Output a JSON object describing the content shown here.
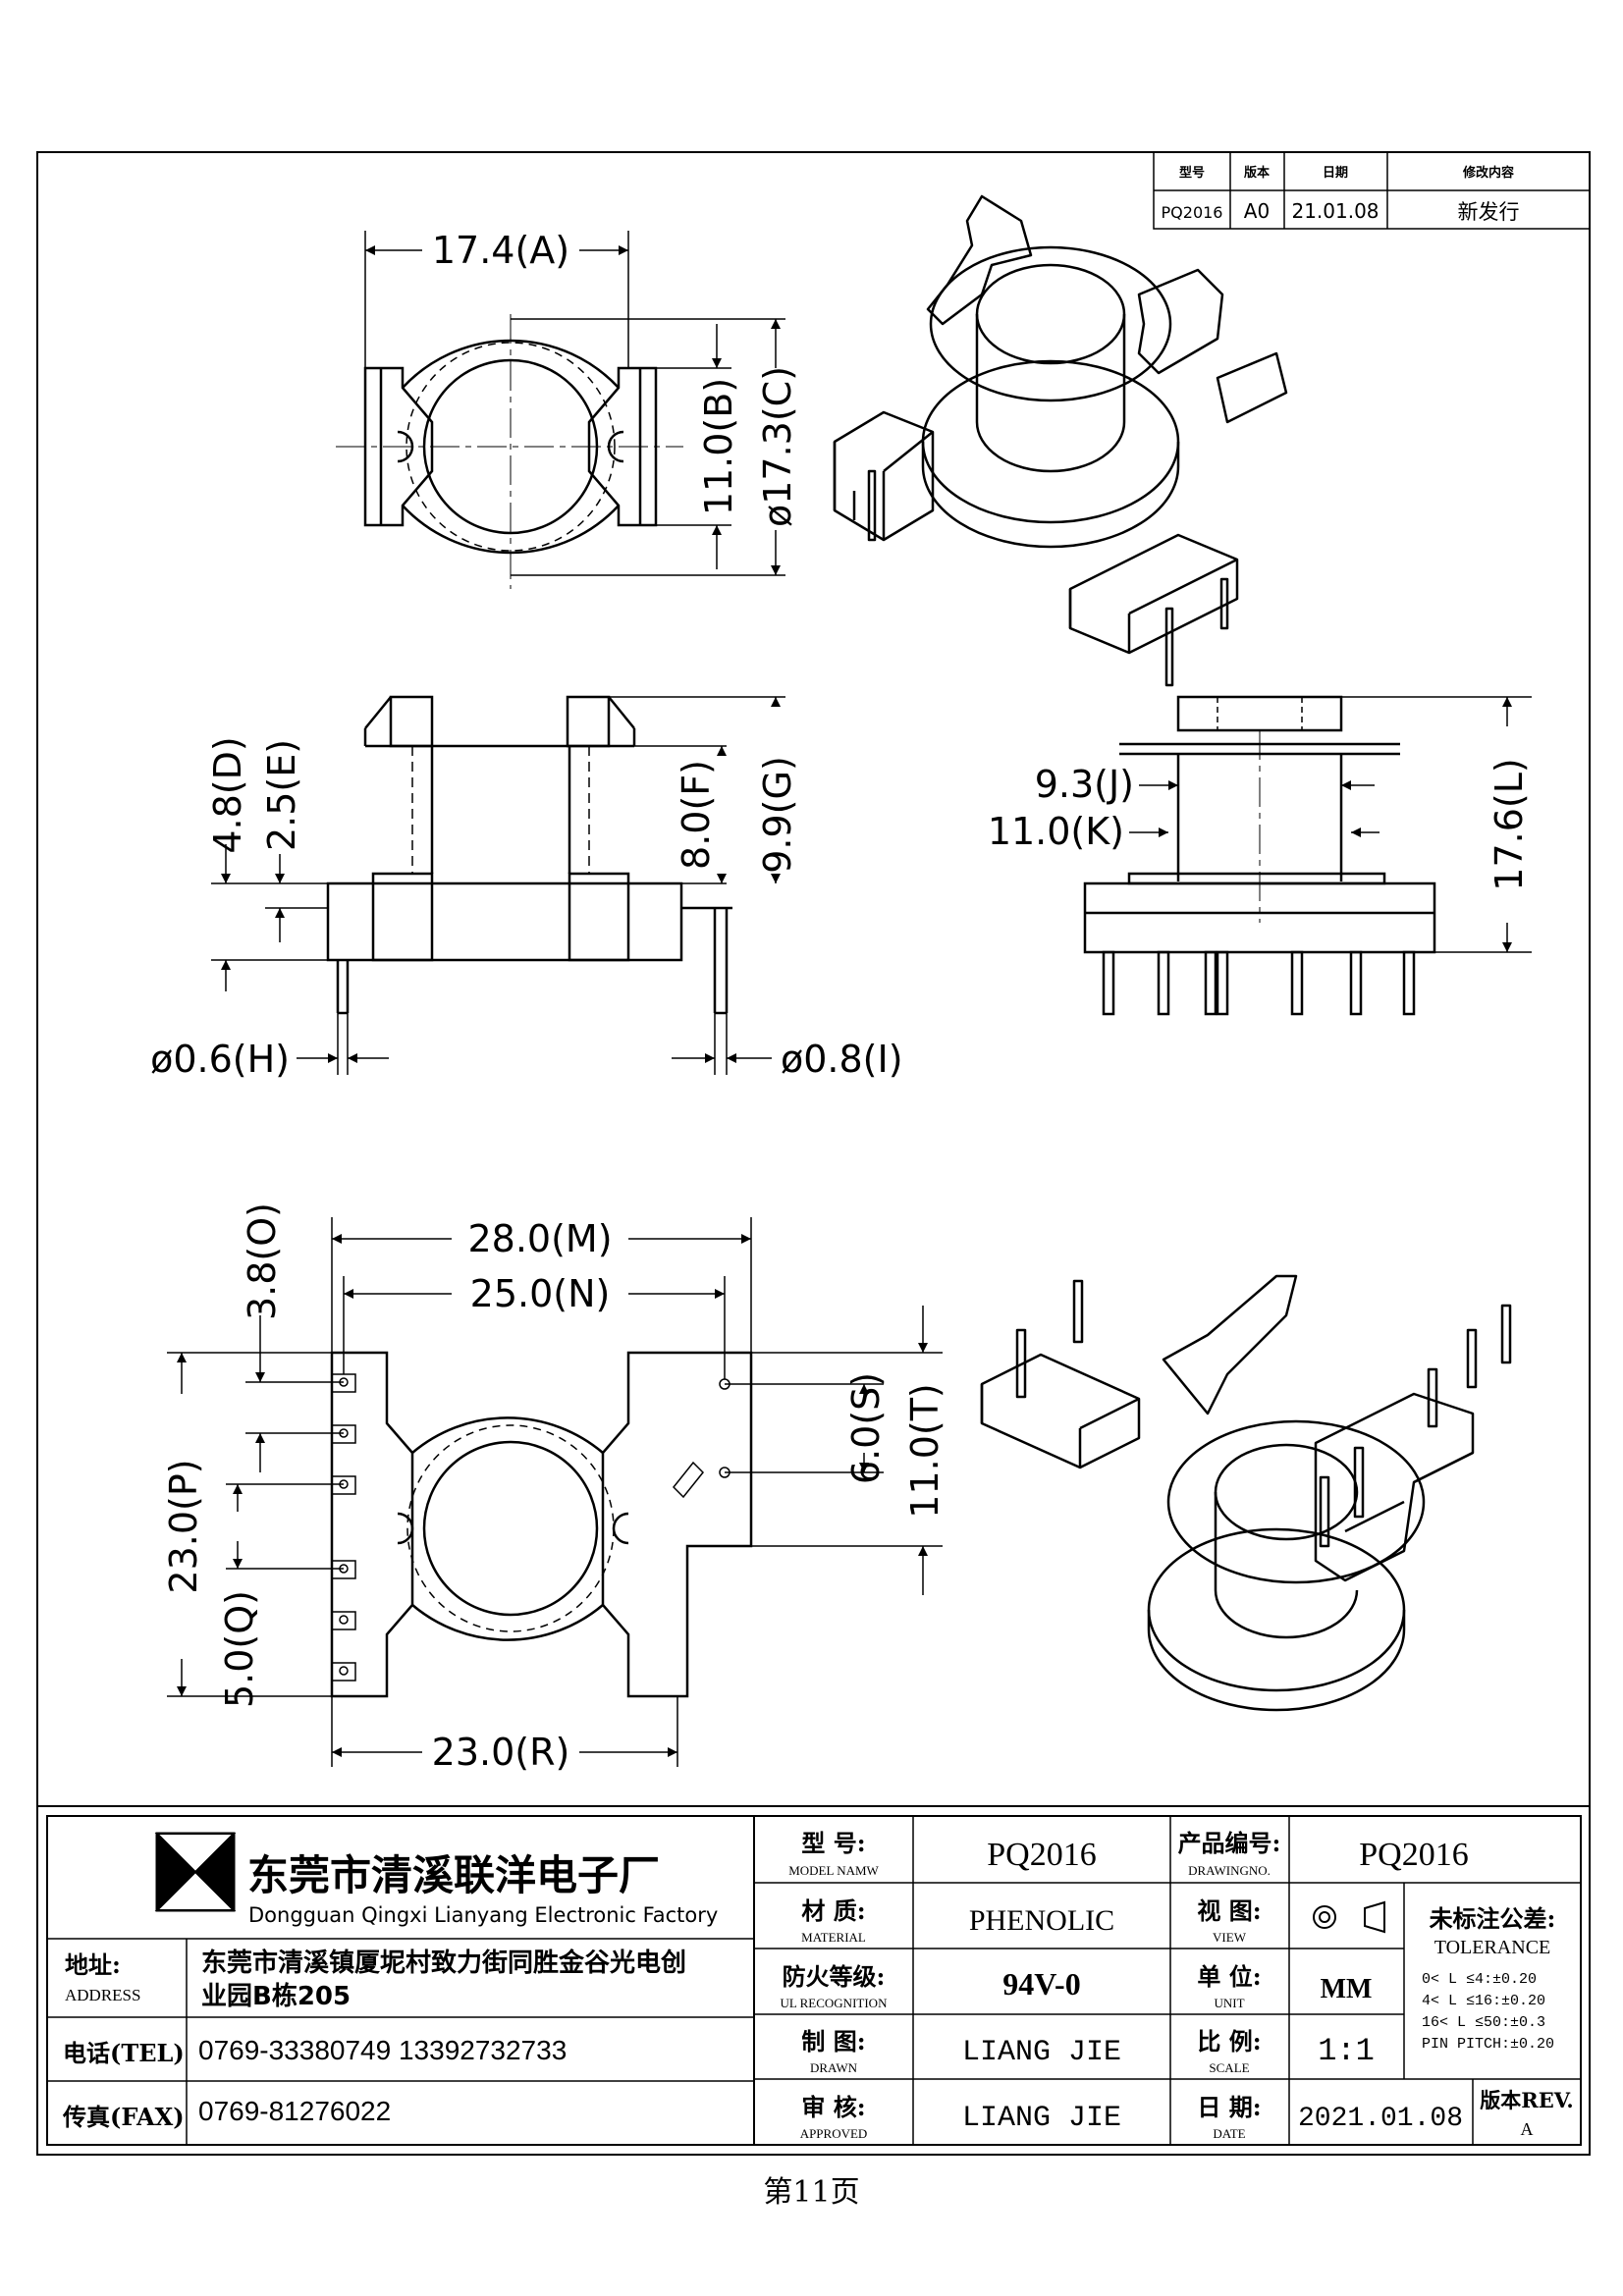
{
  "revision_table": {
    "headers": [
      "型号",
      "版本",
      "日期",
      "修改内容"
    ],
    "row": {
      "model": "PQ2016",
      "version": "A0",
      "date": "21.01.08",
      "content": "新发行"
    }
  },
  "dimensions": {
    "A": "17.4(A)",
    "B": "11.0(B)",
    "C": "ø17.3(C)",
    "D": "4.8(D)",
    "E": "2.5(E)",
    "F": "8.0(F)",
    "G": "9.9(G)",
    "H": "ø0.6(H)",
    "I": "ø0.8(I)",
    "J": "9.3(J)",
    "K": "11.0(K)",
    "L": "17.6(L)",
    "M": "28.0(M)",
    "N": "25.0(N)",
    "O": "3.8(O)",
    "P": "23.0(P)",
    "Q": "5.0(Q)",
    "R": "23.0(R)",
    "S": "6.0(S)",
    "T": "11.0(T)"
  },
  "title_block": {
    "company_cn": "东莞市清溪联洋电子厂",
    "company_en": "Dongguan Qingxi Lianyang Electronic Factory",
    "address_label_cn": "地址:",
    "address_label_en": "ADDRESS",
    "address_line1": "东莞市清溪镇厦坭村致力街同胜金谷光电创",
    "address_line2": "业园B栋205",
    "tel_label": "电话(TEL)",
    "tel": "0769-33380749    13392732733",
    "fax_label": "传真(FAX)",
    "fax": "0769-81276022",
    "model_label_cn": "型  号:",
    "model_label_en": "MODEL NAMW",
    "model": "PQ2016",
    "drawing_label_cn": "产品编号:",
    "drawing_label_en": "DRAWINGNO.",
    "drawing_no": "PQ2016",
    "material_label_cn": "材  质:",
    "material_label_en": "MATERIAL",
    "material": "PHENOLIC",
    "view_label_cn": "视  图:",
    "view_label_en": "VIEW",
    "fire_label_cn": "防火等级:",
    "fire_label_en": "UL RECOGNITION",
    "fire": "94V-0",
    "unit_label_cn": "单  位:",
    "unit_label_en": "UNIT",
    "unit": "MM",
    "drawn_label_cn": "制  图:",
    "drawn_label_en": "DRAWN",
    "drawn": "LIANG JIE",
    "scale_label_cn": "比  例:",
    "scale_label_en": "SCALE",
    "scale": "1:1",
    "approved_label_cn": "审  核:",
    "approved_label_en": "APPROVED",
    "approved": "LIANG JIE",
    "date_label_cn": "日  期:",
    "date_label_en": "DATE",
    "date": "2021.01.08",
    "tolerance_label_cn": "未标注公差:",
    "tolerance_label_en": "TOLERANCE",
    "tolerance_lines": [
      "0< L ≤4:±0.20",
      "4< L ≤16:±0.20",
      "16< L ≤50:±0.3",
      "PIN PITCH:±0.20"
    ],
    "rev_label": "版本REV.",
    "rev": "A"
  },
  "footer": "第11页"
}
